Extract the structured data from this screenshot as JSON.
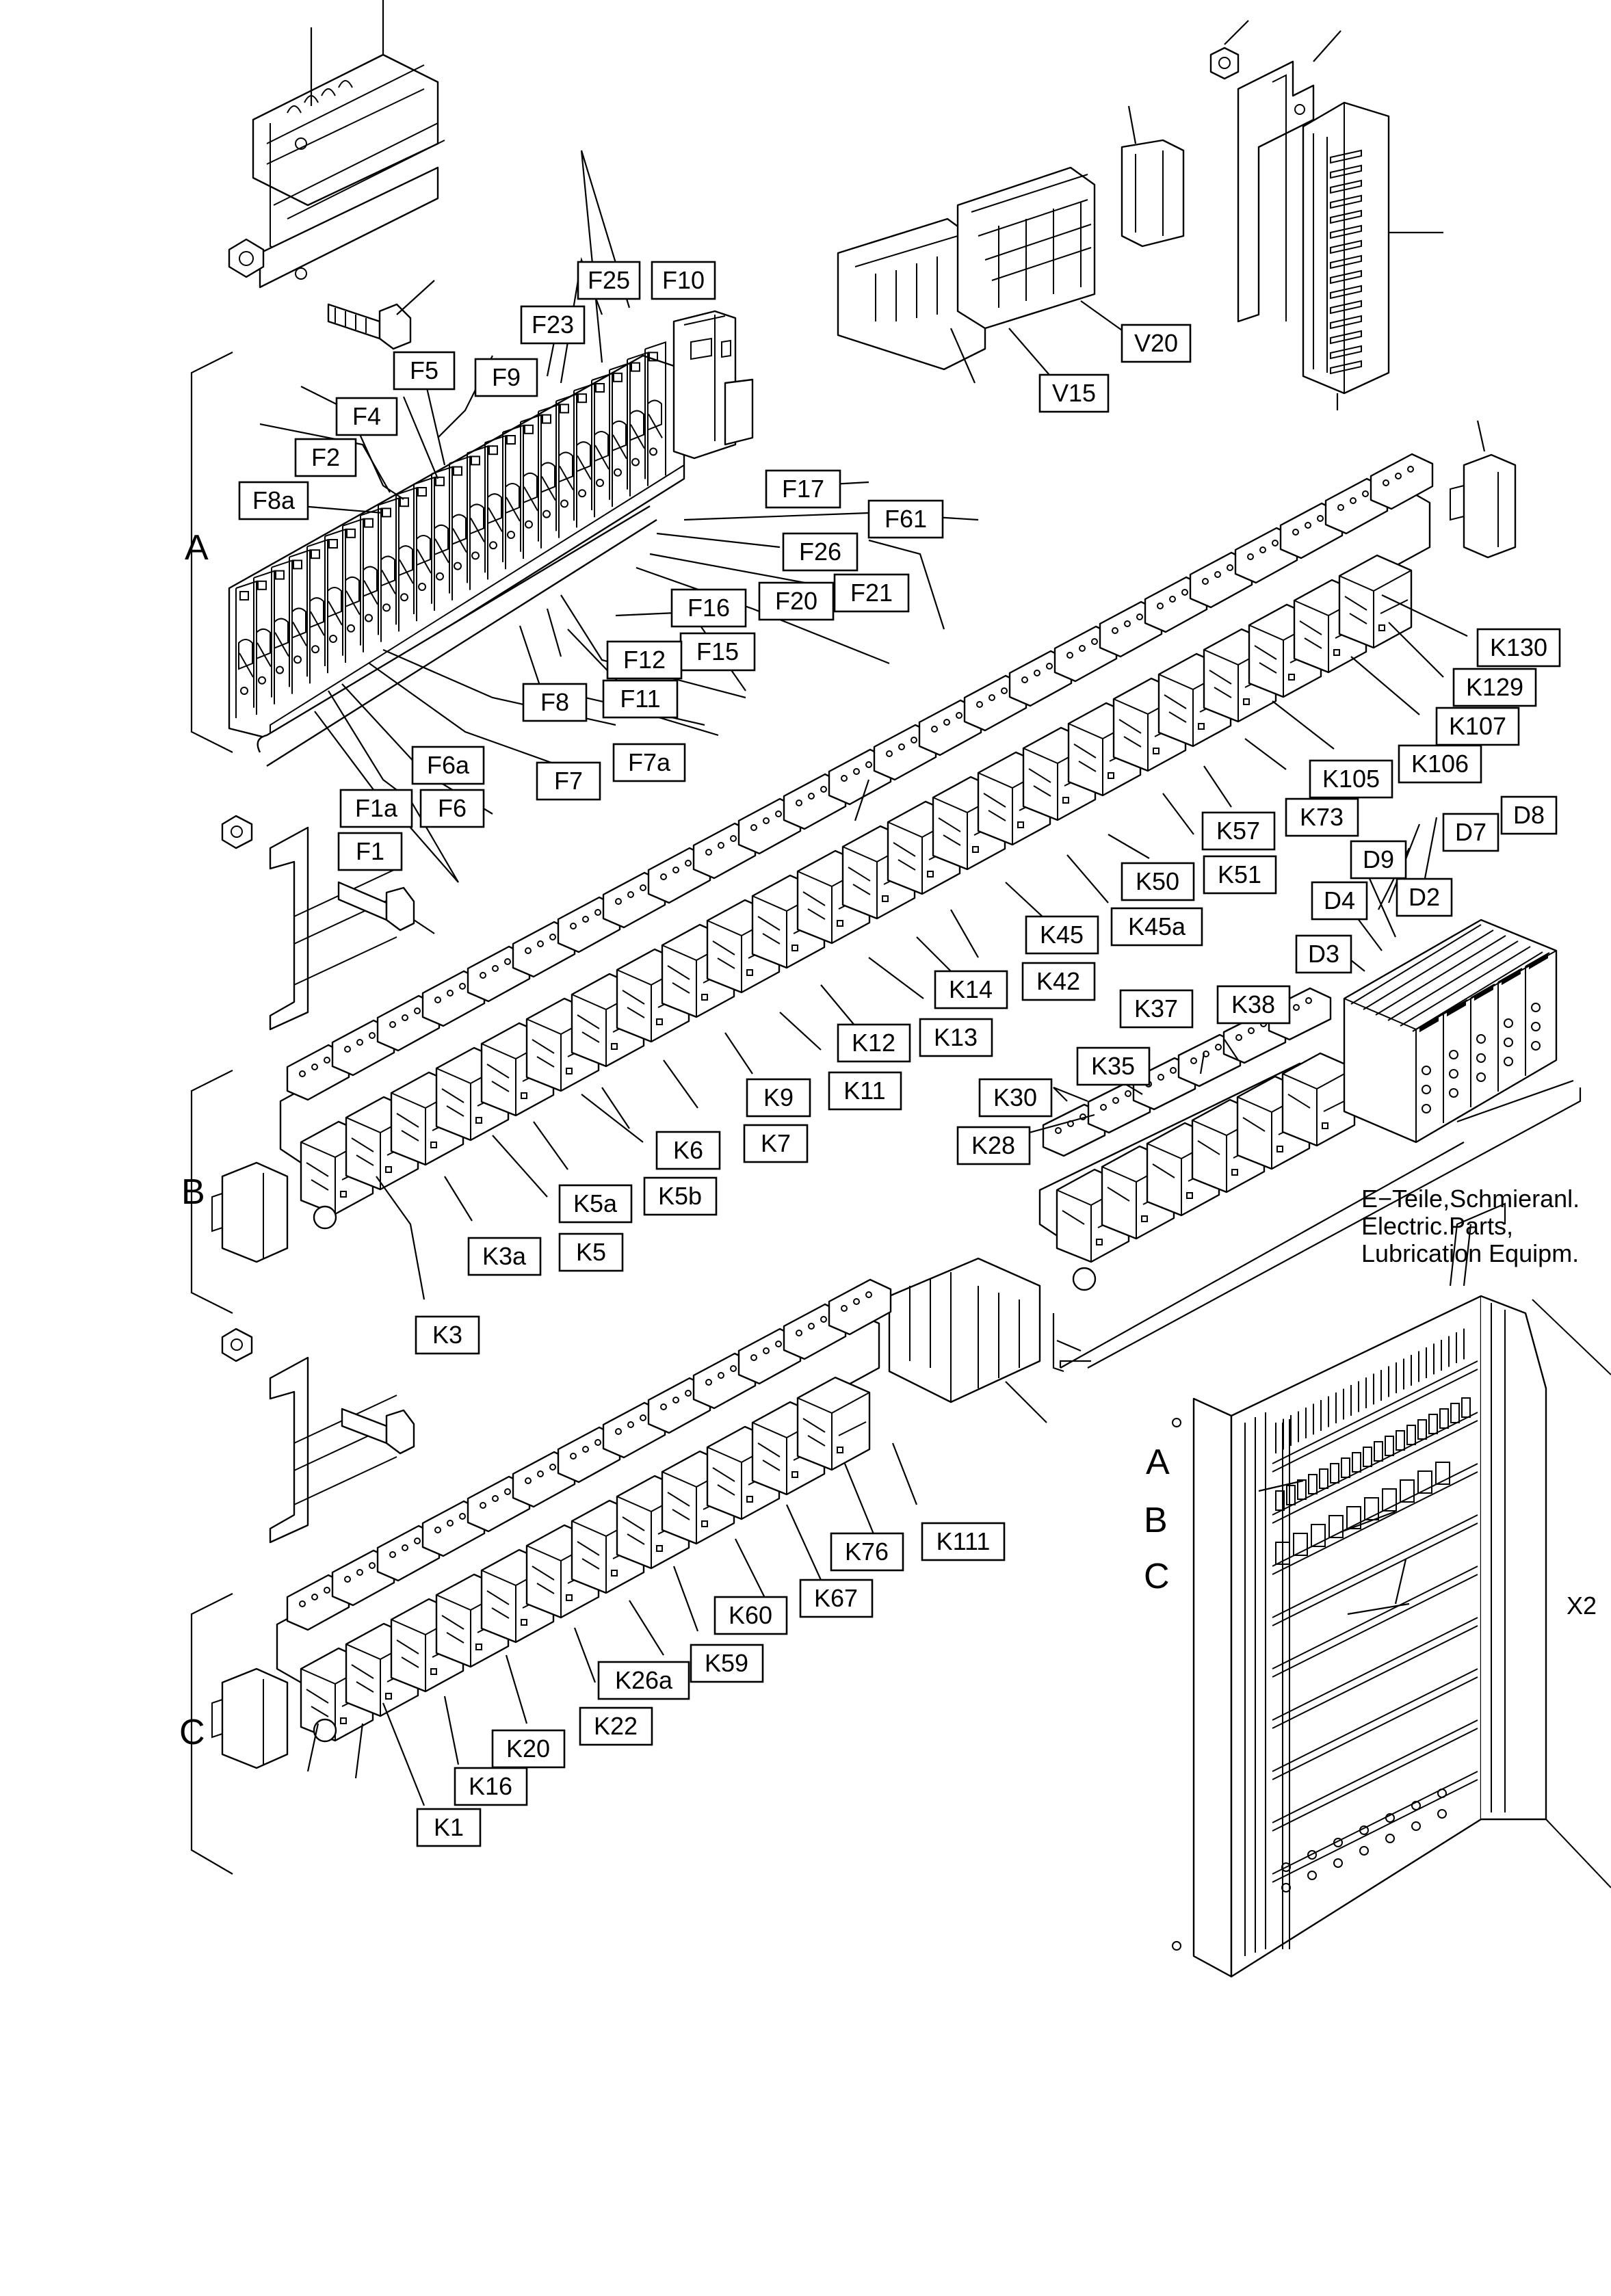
{
  "sections": {
    "A": "A",
    "B": "B",
    "C": "C"
  },
  "cabinet": {
    "rows": [
      "A",
      "B",
      "C"
    ],
    "x2_label": "X2"
  },
  "note": {
    "line1": "E−Teile,Schmieranl.",
    "line2": "Electric.Parts,",
    "line3": "Lubrication Equipm."
  },
  "labels": {
    "fuses": [
      "F25",
      "F10",
      "F23",
      "F5",
      "F9",
      "F4",
      "F2",
      "F8a",
      "F17",
      "F61",
      "F26",
      "F21",
      "F20",
      "F16",
      "F15",
      "F12",
      "F11",
      "F8",
      "F7a",
      "F7",
      "F6a",
      "F6",
      "F1a",
      "F1"
    ],
    "top_parts": [
      "V20",
      "V15"
    ],
    "relays_b": [
      "K130",
      "K129",
      "K107",
      "K106",
      "K105",
      "K73",
      "K57",
      "K51",
      "K50",
      "K45a",
      "K45",
      "K42",
      "K14",
      "K13",
      "K12",
      "K11",
      "K9",
      "K7",
      "K6",
      "K5b",
      "K5a",
      "K5",
      "K3a",
      "K3",
      "K37",
      "K38",
      "K30",
      "K35",
      "K28"
    ],
    "modules": [
      "D7",
      "D8",
      "D9",
      "D2",
      "D4",
      "D3"
    ],
    "relays_c": [
      "K111",
      "K76",
      "K67",
      "K60",
      "K59",
      "K26a",
      "K22",
      "K20",
      "K16",
      "K1"
    ]
  }
}
